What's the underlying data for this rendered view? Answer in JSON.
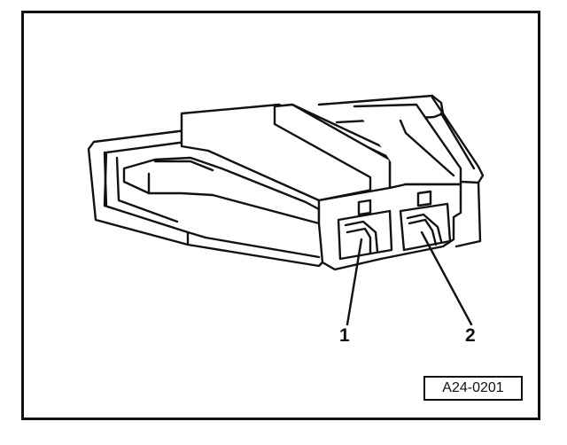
{
  "diagram": {
    "callouts": [
      {
        "label": "1"
      },
      {
        "label": "2"
      }
    ],
    "figure_id": "A24-0201"
  },
  "colors": {
    "line": "#111111",
    "background": "#ffffff"
  }
}
